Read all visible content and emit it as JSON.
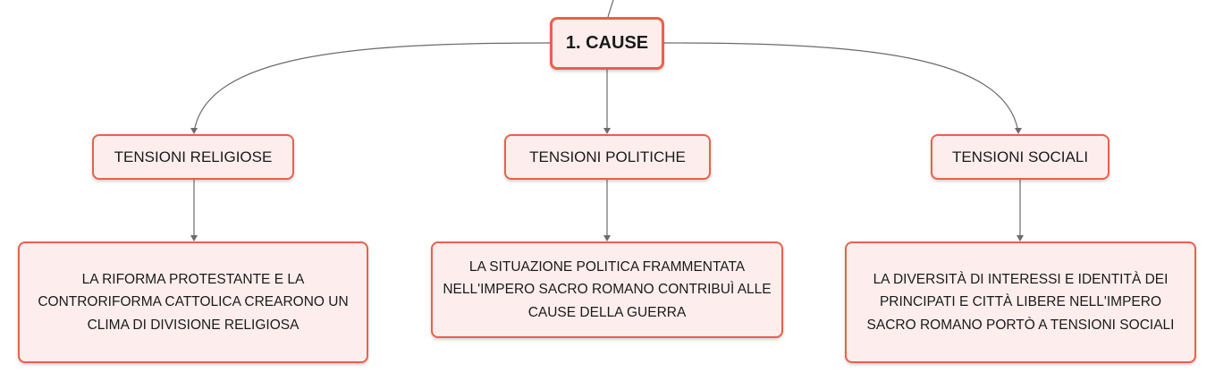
{
  "root": {
    "label": "1. CAUSE"
  },
  "categories": [
    {
      "label": "TENSIONI RELIGIOSE",
      "detail": "LA RIFORMA PROTESTANTE E LA CONTRORIFORMA CATTOLICA CREARONO UN CLIMA DI DIVISIONE RELIGIOSA"
    },
    {
      "label": "TENSIONI POLITICHE",
      "detail": "LA SITUAZIONE POLITICA FRAMMENTATA NELL'IMPERO SACRO ROMANO CONTRIBUÌ ALLE CAUSE DELLA GUERRA"
    },
    {
      "label": "TENSIONI SOCIALI",
      "detail": "LA DIVERSITÀ DI INTERESSI E IDENTITÀ DEI PRINCIPATI E CITTÀ LIBERE NELL'IMPERO SACRO ROMANO PORTÒ A TENSIONI SOCIALI"
    }
  ],
  "colors": {
    "node_border": "#e8614a",
    "node_fill": "#fdeeed",
    "connector": "#6b6b6b",
    "text": "#1a1a1a"
  }
}
